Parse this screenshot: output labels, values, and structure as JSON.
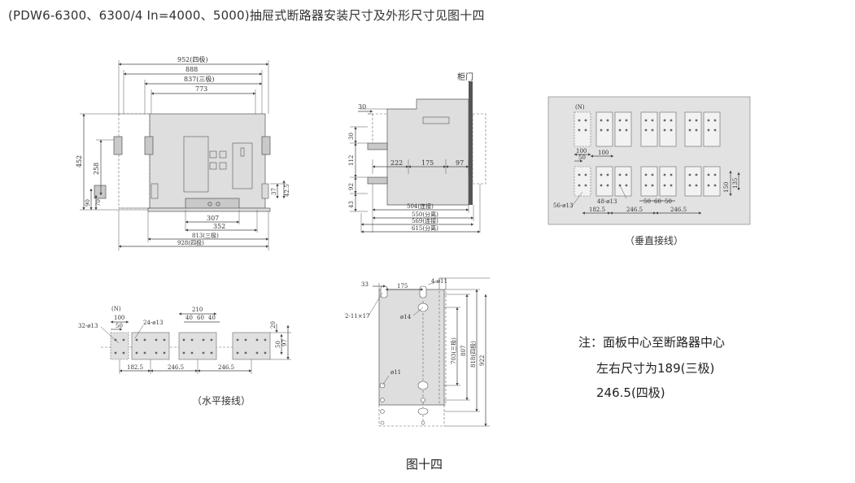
{
  "title": "(PDW6-6300、6300/4 In=4000、5000)抽屉式断路器安装尺寸及外形尺寸见图十四",
  "front_view": {
    "dims_top": [
      "952(四极)",
      "888",
      "837(三极)",
      "773"
    ],
    "dims_left": [
      "452",
      "258",
      "90",
      "70"
    ],
    "dims_right": [
      "37",
      "42.5"
    ],
    "dims_bottom": [
      "307",
      "352",
      "813(三极)",
      "928(四极)"
    ]
  },
  "side_view": {
    "label_door": "柜门",
    "dims_left": [
      "30",
      "30",
      "112",
      "92",
      "43"
    ],
    "dims_mid": [
      "222",
      "175",
      "97"
    ],
    "dims_bottom": [
      "504(连接)",
      "550(分离)",
      "569(连接)",
      "615(分离)"
    ]
  },
  "vertical_wiring": {
    "neutral": "(N)",
    "dims": [
      "100",
      "50",
      "100",
      "48-ø13",
      "56-ø13",
      "50",
      "60",
      "50",
      "182.5",
      "246.5",
      "246.5",
      "150",
      "135"
    ],
    "caption": "（垂直接线）"
  },
  "horizontal_wiring": {
    "neutral": "(N)",
    "dims": [
      "100",
      "50",
      "32-ø13",
      "24-ø13",
      "210",
      "40",
      "60",
      "40",
      "182.5",
      "246.5",
      "246.5",
      "20",
      "50",
      "97"
    ],
    "caption": "（水平接线）"
  },
  "mounting_view": {
    "dims": [
      "33",
      "175",
      "4-ø11",
      "2-11×17",
      "ø14",
      "ø11",
      "703(三极)",
      "807",
      "818(四极)",
      "922"
    ]
  },
  "note_lines": [
    "注：面板中心至断路器中心",
    "左右尺寸为189(三极)",
    "246.5(四极)"
  ],
  "figure_caption": "图十四"
}
